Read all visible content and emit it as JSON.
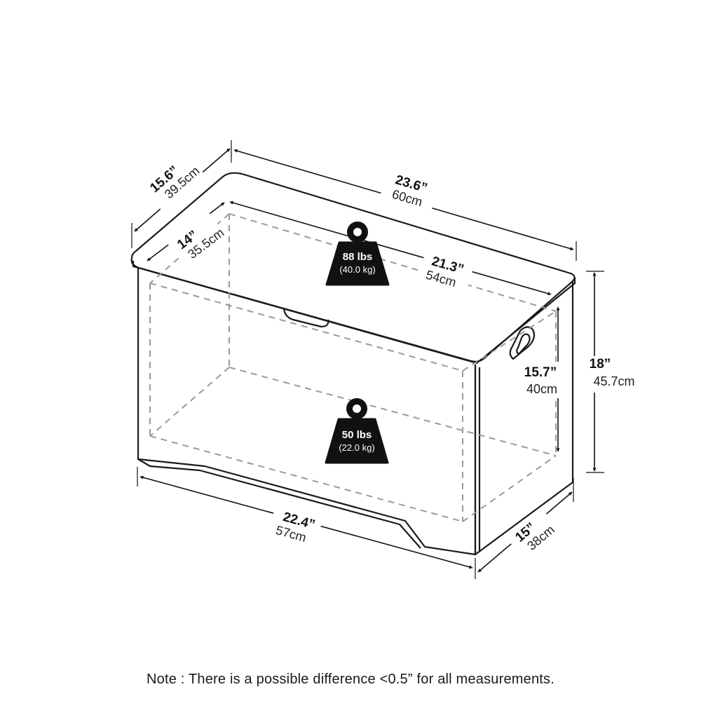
{
  "dimensions": {
    "lid_depth": {
      "imperial": "15.6”",
      "metric": "39.5cm"
    },
    "lid_width": {
      "imperial": "23.6”",
      "metric": "60cm"
    },
    "inner_depth": {
      "imperial": "14”",
      "metric": "35.5cm"
    },
    "inner_width": {
      "imperial": "21.3”",
      "metric": "54cm"
    },
    "inner_height": {
      "imperial": "15.7”",
      "metric": "40cm"
    },
    "total_height": {
      "imperial": "18”",
      "metric": "45.7cm"
    },
    "base_width": {
      "imperial": "22.4”",
      "metric": "57cm"
    },
    "base_depth": {
      "imperial": "15”",
      "metric": "38cm"
    }
  },
  "weights": {
    "lid": {
      "imperial": "88 lbs",
      "metric": "(40.0 kg)"
    },
    "interior": {
      "imperial": "50 lbs",
      "metric": "(22.0 kg)"
    }
  },
  "note": "Note : There is a possible difference <0.5” for all measurements."
}
